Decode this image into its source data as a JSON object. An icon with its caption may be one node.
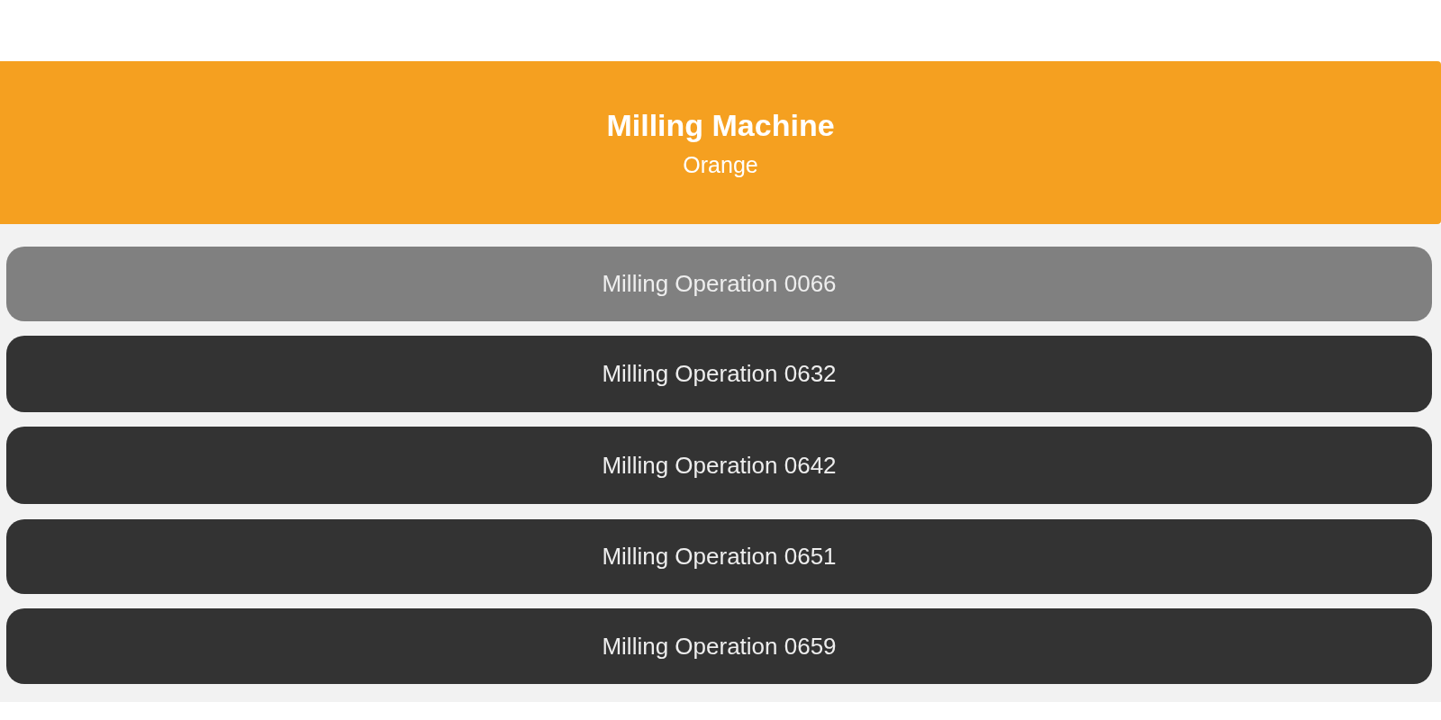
{
  "diagram": {
    "nodes": [
      {
        "text": [
          "Milling Machine",
          "Orange"
        ]
      },
      {
        "text": [],
        "shape": "box"
      },
      {
        "text": [
          "Milling Operation 0066"
        ],
        "in": 1
      },
      {
        "text": [
          "Milling Operation 0632"
        ],
        "in": 1
      },
      {
        "text": [
          "Milling Operation 0642"
        ],
        "in": 1
      },
      {
        "text": [
          "Milling Operation 0651"
        ],
        "in": 1
      },
      {
        "text": [
          "Milling Operation 0659"
        ],
        "in": 1
      }
    ]
  }
}
